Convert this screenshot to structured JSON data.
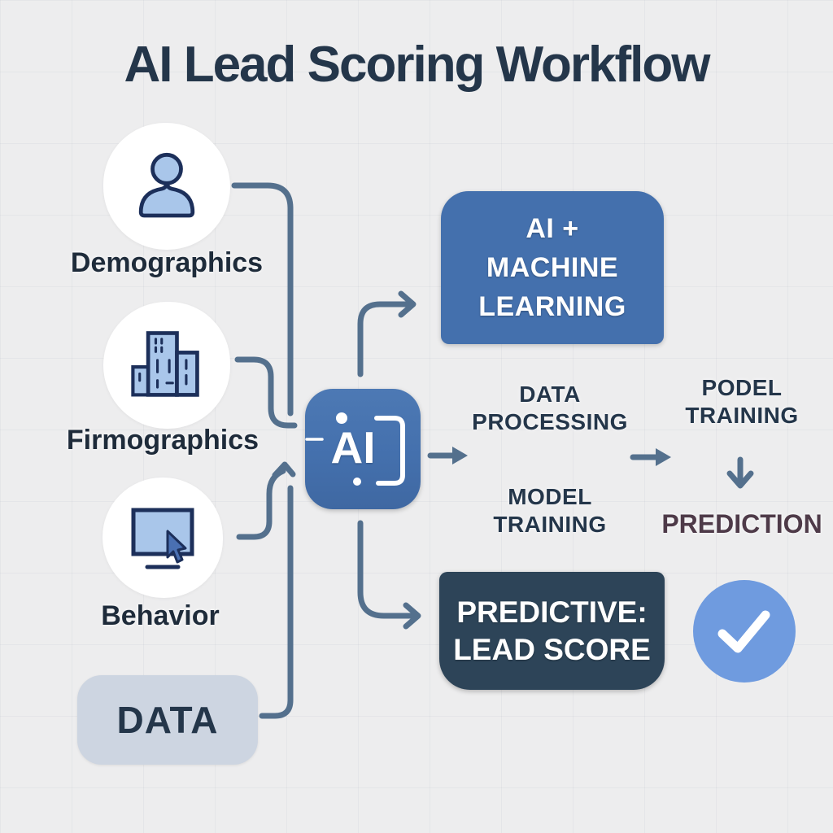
{
  "title": "AI Lead Scoring Workflow",
  "colors": {
    "background": "#EDEDEE",
    "connector": "#54708D",
    "primary_blue": "#4470AD",
    "dark_navy_box": "#2D4458",
    "icon_fill": "#A9C6EA",
    "icon_stroke": "#1C2F5A",
    "title_text": "#24364A",
    "label_text": "#1E2B3A",
    "data_box_fill": "#CDD5E1",
    "check_circle": "#6F9BDF",
    "prediction_text": "#4E3A48",
    "white": "#FFFFFF"
  },
  "sources": [
    {
      "label": "Demographics",
      "icon": "person-icon"
    },
    {
      "label": "Firmographics",
      "icon": "building-icon"
    },
    {
      "label": "Behavior",
      "icon": "monitor-cursor-icon"
    }
  ],
  "data_box": {
    "label": "DATA"
  },
  "ai_chip": {
    "label": "AI"
  },
  "ml_box": {
    "lines": [
      "AI +",
      "MACHINE",
      "LEARNING"
    ]
  },
  "stages": {
    "data_processing": {
      "lines": [
        "DATA",
        "PROCESSING"
      ]
    },
    "model_training": {
      "lines": [
        "MODEL",
        "TRAINING"
      ]
    },
    "podel_training": {
      "lines": [
        "PODEL",
        "TRAINING"
      ]
    },
    "prediction": {
      "label": "PREDICTION"
    }
  },
  "predictive_box": {
    "lines": [
      "PREDICTIVE:",
      "LEAD SCORE"
    ]
  }
}
